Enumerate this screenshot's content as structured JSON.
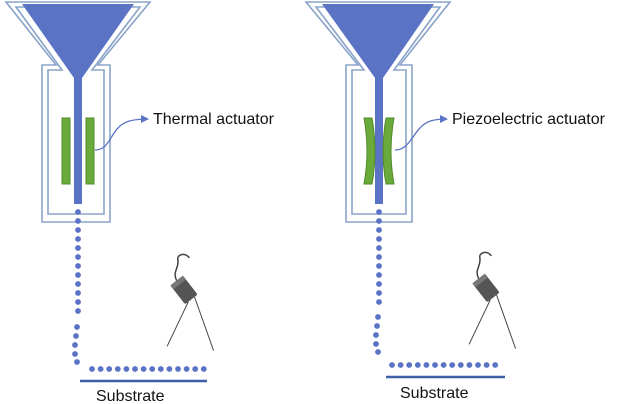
{
  "left_printer": {
    "actuator_label": "Thermal actuator",
    "substrate_label": "Substrate"
  },
  "right_printer": {
    "actuator_label": "Piezoelectric actuator",
    "substrate_label": "Substrate"
  },
  "colors": {
    "ink": "#5b73c4",
    "wall": "#8aa3c9",
    "actuator": "#6aaa3a",
    "actuator_edge": "#4e8a2a",
    "substrate": "#3d5fa8",
    "camera": "#555555",
    "leader": "#5b73c4"
  },
  "icons": [
    "camera-icon",
    "leader-arrow-icon"
  ]
}
